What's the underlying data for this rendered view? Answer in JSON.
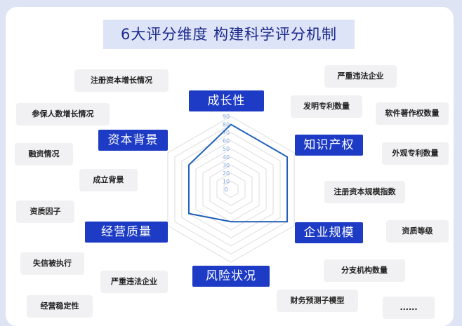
{
  "title": "6大评分维度 构建科学评分机制",
  "dimensions": {
    "growth": "成长性",
    "ip": "知识产权",
    "scale": "企业规模",
    "risk": "风险状况",
    "operation": "经营质量",
    "capital": "资本背景"
  },
  "tags": {
    "registered_capital_growth": "注册资本增长情况",
    "insured_growth": "参保人数增长情况",
    "financing": "融资情况",
    "founding_background": "成立背景",
    "qualification_factor": "资质因子",
    "dishonest_executed": "失信被执行",
    "serious_violation_left": "严重违法企业",
    "operation_stability": "经营稳定性",
    "serious_violation_right": "严重违法企业",
    "invention_patents": "发明专利数量",
    "software_copyrights": "软件著作权数量",
    "design_patents": "外观专利数量",
    "registered_capital_scale": "注册资本规模指数",
    "qualification_level": "资质等级",
    "branch_count": "分支机构数量",
    "financial_forecast_model": "财务预测子模型",
    "more": "......"
  },
  "radar": {
    "axis_ticks": [
      "90",
      "80",
      "70",
      "60",
      "50",
      "40",
      "30",
      "20",
      "10",
      "0"
    ],
    "values": [
      80,
      80,
      80,
      40,
      60,
      60
    ],
    "max": 90,
    "line_color": "#1f5fb8",
    "grid_color": "#dddddd"
  }
}
